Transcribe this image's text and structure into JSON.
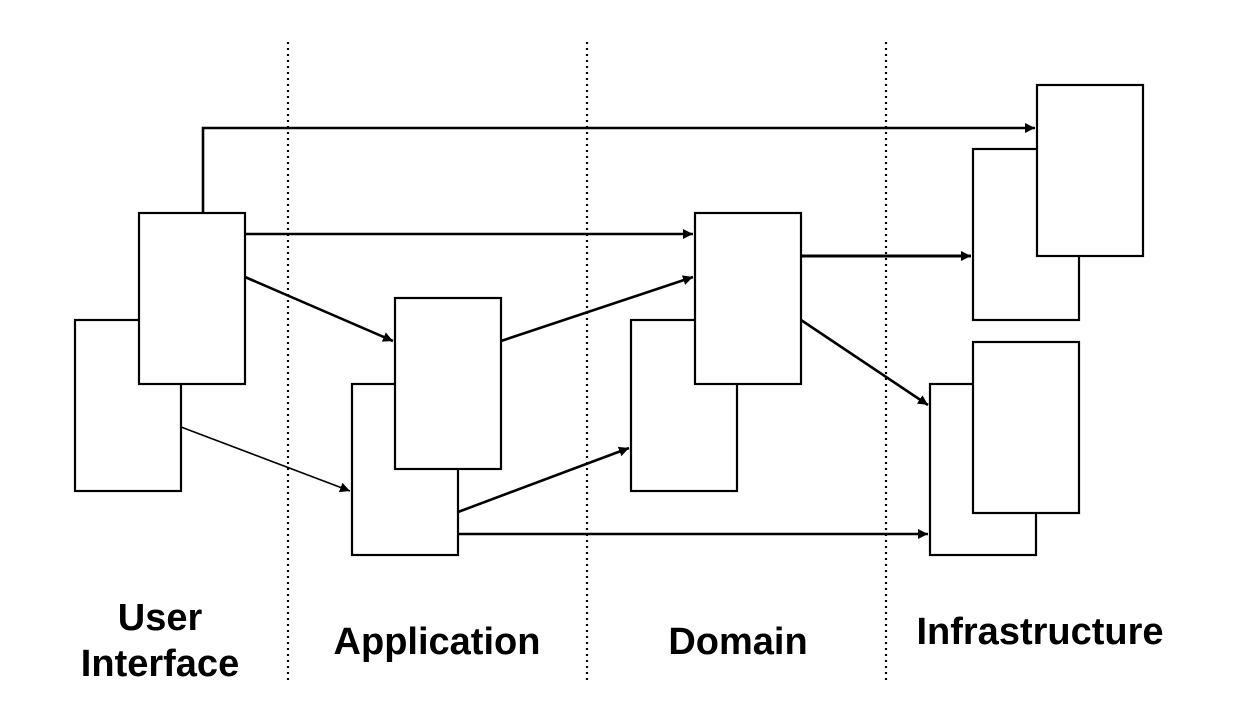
{
  "layers": [
    {
      "id": "ui",
      "label": "User\nInterface"
    },
    {
      "id": "app",
      "label": "Application"
    },
    {
      "id": "domain",
      "label": "Domain"
    },
    {
      "id": "infra",
      "label": "Infrastructure"
    }
  ],
  "colors": {
    "line": "#000000",
    "box_fill": "#ffffff",
    "background": "#ffffff"
  },
  "boxes": [
    {
      "id": "ui-back",
      "layer": "ui"
    },
    {
      "id": "ui-front",
      "layer": "ui"
    },
    {
      "id": "app-back",
      "layer": "app"
    },
    {
      "id": "app-front",
      "layer": "app"
    },
    {
      "id": "domain-back",
      "layer": "domain"
    },
    {
      "id": "domain-front",
      "layer": "domain"
    },
    {
      "id": "infra-top-back",
      "layer": "infra"
    },
    {
      "id": "infra-top-front",
      "layer": "infra"
    },
    {
      "id": "infra-bottom-back",
      "layer": "infra"
    },
    {
      "id": "infra-bottom-front",
      "layer": "infra"
    }
  ],
  "edges": [
    {
      "from": "ui-front",
      "to": "infra-top-front"
    },
    {
      "from": "ui-front",
      "to": "domain-front"
    },
    {
      "from": "ui-front",
      "to": "app-front"
    },
    {
      "from": "ui-back",
      "to": "app-back"
    },
    {
      "from": "app-front",
      "to": "domain-front"
    },
    {
      "from": "app-back",
      "to": "domain-back"
    },
    {
      "from": "app-back",
      "to": "infra-bottom-back"
    },
    {
      "from": "domain-front",
      "to": "infra-top-back"
    },
    {
      "from": "domain-front",
      "to": "infra-bottom-back"
    }
  ]
}
